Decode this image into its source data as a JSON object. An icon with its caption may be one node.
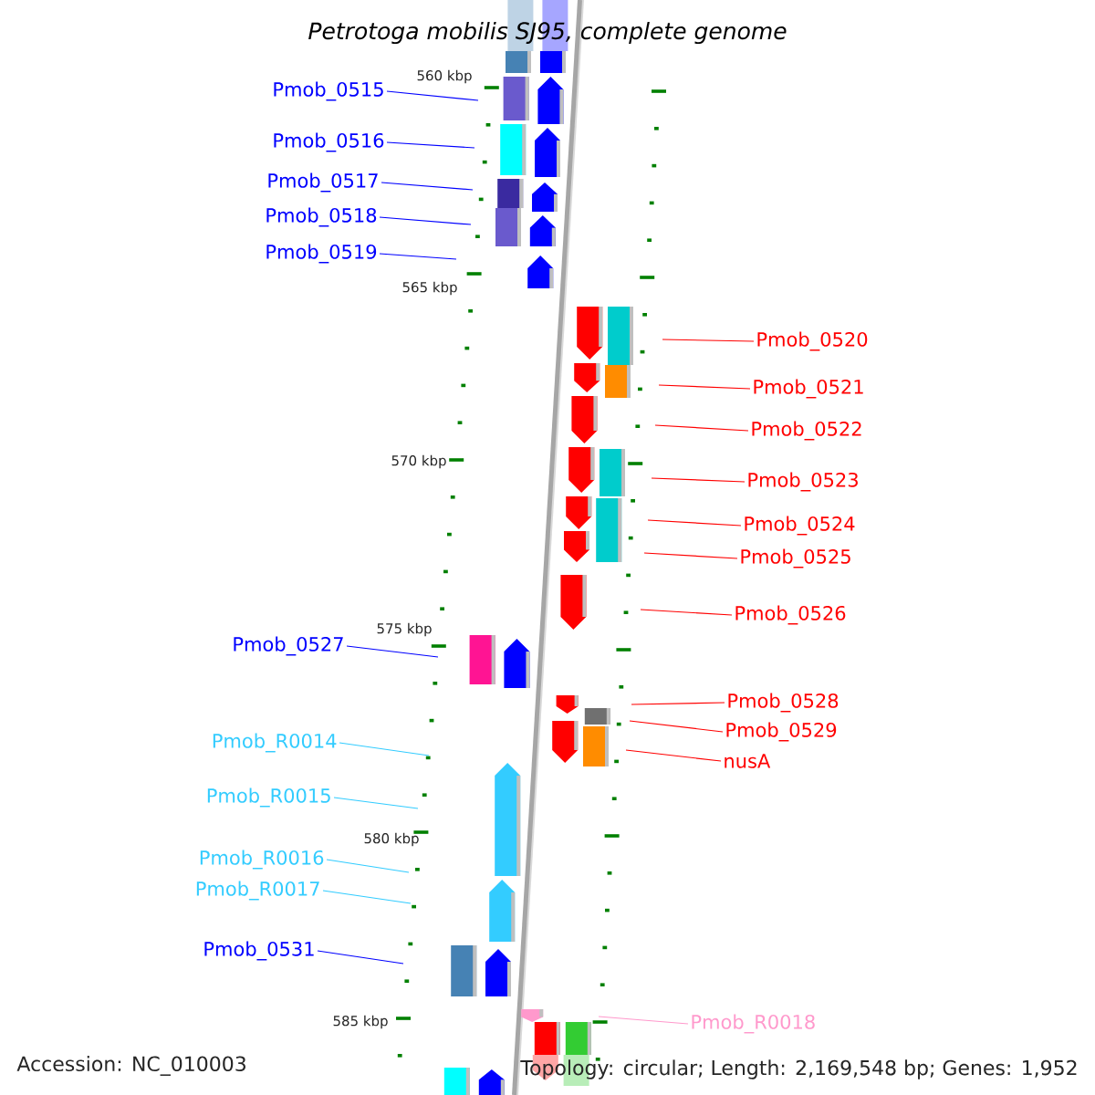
{
  "diagram": {
    "title": "Petrotoga mobilis SJ95, complete genome",
    "nodes": [
      {
        "text": [
          "Pmob_0515"
        ]
      },
      {
        "text": [
          "Pmob_0516"
        ]
      },
      {
        "text": [
          "Pmob_0517"
        ]
      },
      {
        "text": [
          "Pmob_0518"
        ]
      },
      {
        "text": [
          "Pmob_0519"
        ]
      },
      {
        "text": [
          "Pmob_0520"
        ]
      },
      {
        "text": [
          "Pmob_0521"
        ]
      },
      {
        "text": [
          "Pmob_0522"
        ]
      },
      {
        "text": [
          "Pmob_0523"
        ]
      },
      {
        "text": [
          "Pmob_0524"
        ]
      },
      {
        "text": [
          "Pmob_0525"
        ]
      },
      {
        "text": [
          "Pmob_0526"
        ]
      },
      {
        "text": [
          "Pmob_0527"
        ]
      },
      {
        "text": [
          "Pmob_0528"
        ]
      },
      {
        "text": [
          "Pmob_0529"
        ]
      },
      {
        "text": [
          "nusA"
        ]
      },
      {
        "text": [
          "Pmob_R0014"
        ]
      },
      {
        "text": [
          "Pmob_R0015"
        ]
      },
      {
        "text": [
          "Pmob_R0016"
        ]
      },
      {
        "text": [
          "Pmob_R0017"
        ]
      },
      {
        "text": [
          "Pmob_0531"
        ]
      },
      {
        "text": [
          "Pmob_R0018"
        ]
      }
    ],
    "edges": [
      {
        "from": 0,
        "to": null,
        "arrow": "none",
        "color": "#0000ff"
      },
      {
        "from": 1,
        "to": null,
        "arrow": "none",
        "color": "#0000ff"
      },
      {
        "from": 2,
        "to": null,
        "arrow": "none",
        "color": "#0000ff"
      },
      {
        "from": 3,
        "to": null,
        "arrow": "none",
        "color": "#0000ff"
      },
      {
        "from": 4,
        "to": null,
        "arrow": "none",
        "color": "#0000ff"
      },
      {
        "from": 5,
        "to": null,
        "arrow": "none"
      },
      {
        "from": 6,
        "to": null,
        "arrow": "none"
      },
      {
        "from": 7,
        "to": null,
        "arrow": "none"
      },
      {
        "from": 8,
        "to": null,
        "arrow": "none"
      },
      {
        "from": 9,
        "to": null,
        "arrow": "none"
      },
      {
        "from": 10,
        "to": null,
        "arrow": "none"
      },
      {
        "from": 11,
        "to": null,
        "arrow": "none"
      },
      {
        "from": 12,
        "to": null,
        "arrow": "none",
        "color": "#0000ff"
      },
      {
        "from": 13,
        "to": null,
        "arrow": "none"
      },
      {
        "from": 14,
        "to": null,
        "arrow": "none"
      },
      {
        "from": 15,
        "to": null,
        "arrow": "none"
      },
      {
        "from": 16,
        "to": null,
        "arrow": "none",
        "color": "#33ccff"
      },
      {
        "from": 17,
        "to": null,
        "arrow": "none",
        "color": "#33ccff"
      },
      {
        "from": 18,
        "to": null,
        "arrow": "none",
        "color": "#33ccff"
      },
      {
        "from": 19,
        "to": null,
        "arrow": "none",
        "color": "#33ccff"
      },
      {
        "from": 20,
        "to": null,
        "arrow": "none",
        "color": "#0000ff"
      },
      {
        "from": 21,
        "to": null,
        "arrow": "none",
        "color": "#ff99cc"
      }
    ],
    "labels": [
      "560 kbp",
      "565 kbp",
      "570 kbp",
      "575 kbp",
      "580 kbp",
      "585 kbp",
      "Accession: NC_010003",
      "Topology: circular; Length: 2,169,548 bp; Genes: 1,952"
    ]
  }
}
